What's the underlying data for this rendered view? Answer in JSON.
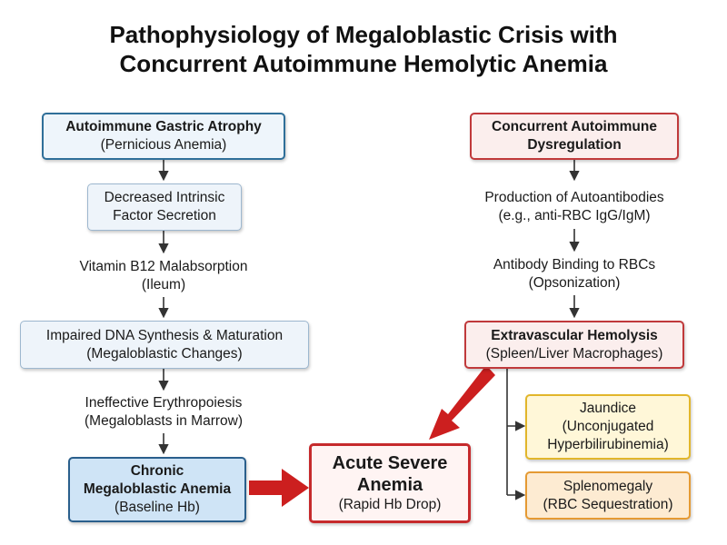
{
  "title": {
    "line1": "Pathophysiology of Megaloblastic Crisis with",
    "line2": "Concurrent Autoimmune Hemolytic Anemia"
  },
  "left": {
    "gastric_atrophy": {
      "title": "Autoimmune Gastric Atrophy",
      "subtitle": "(Pernicious Anemia)"
    },
    "intrinsic_factor": {
      "line1": "Decreased Intrinsic",
      "line2": "Factor Secretion"
    },
    "b12_malabsorption": {
      "line1": "Vitamin B12 Malabsorption",
      "line2": "(Ileum)"
    },
    "dna_synthesis": {
      "line1": "Impaired DNA Synthesis & Maturation",
      "line2": "(Megaloblastic Changes)"
    },
    "ineffective_erythropoiesis": {
      "line1": "Ineffective Erythropoiesis",
      "line2": "(Megaloblasts in Marrow)"
    },
    "chronic_anemia": {
      "line1": "Chronic",
      "line2": "Megaloblastic Anemia",
      "subtitle": "(Baseline Hb)"
    }
  },
  "right": {
    "autoimmune_dysregulation": {
      "line1": "Concurrent Autoimmune",
      "line2": "Dysregulation"
    },
    "autoantibodies": {
      "line1": "Production of Autoantibodies",
      "line2": "(e.g., anti-RBC IgG/IgM)"
    },
    "antibody_binding": {
      "line1": "Antibody Binding to RBCs",
      "line2": "(Opsonization)"
    },
    "extravascular_hemolysis": {
      "title": "Extravascular Hemolysis",
      "subtitle": "(Spleen/Liver Macrophages)"
    },
    "jaundice": {
      "line1": "Jaundice",
      "line2": "(Unconjugated",
      "line3": "Hyperbilirubinemia)"
    },
    "splenomegaly": {
      "line1": "Splenomegaly",
      "line2": "(RBC Sequestration)"
    }
  },
  "center": {
    "acute_anemia": {
      "line1": "Acute Severe",
      "line2": "Anemia",
      "subtitle": "(Rapid Hb Drop)"
    }
  },
  "colors": {
    "arrow_dark": "#333333",
    "arrow_red": "#cc1f1f"
  }
}
